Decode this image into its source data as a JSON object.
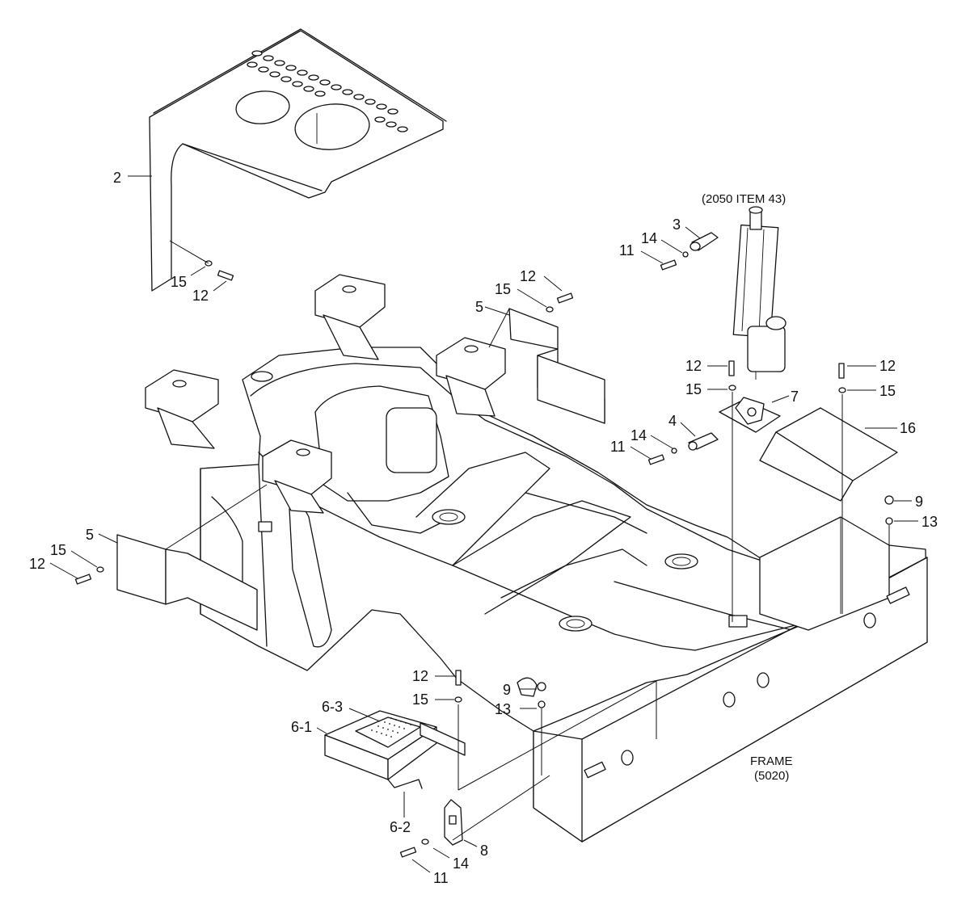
{
  "labels": {
    "l2": "2",
    "l15a": "15",
    "l12a": "12",
    "l12b": "12",
    "l15b": "15",
    "l5a": "5",
    "l5b": "5",
    "l12c": "12",
    "l15c": "15",
    "l3": "3",
    "l14a": "14",
    "l11a": "11",
    "l12d": "12",
    "l15d": "15",
    "l7": "7",
    "l4": "4",
    "l14b": "14",
    "l11b": "11",
    "l12e": "12",
    "l15e": "15",
    "l16": "16",
    "l9a": "9",
    "l13a": "13",
    "l12f": "12",
    "l15f": "15",
    "l9b": "9",
    "l13b": "13",
    "l6_3": "6-3",
    "l6_1": "6-1",
    "l6_2": "6-2",
    "l8": "8",
    "l14c": "14",
    "l11c": "11"
  },
  "notes": {
    "ref_2050": "(2050 ITEM 43)",
    "frame_label": "FRAME",
    "frame_ref": "(5020)"
  }
}
